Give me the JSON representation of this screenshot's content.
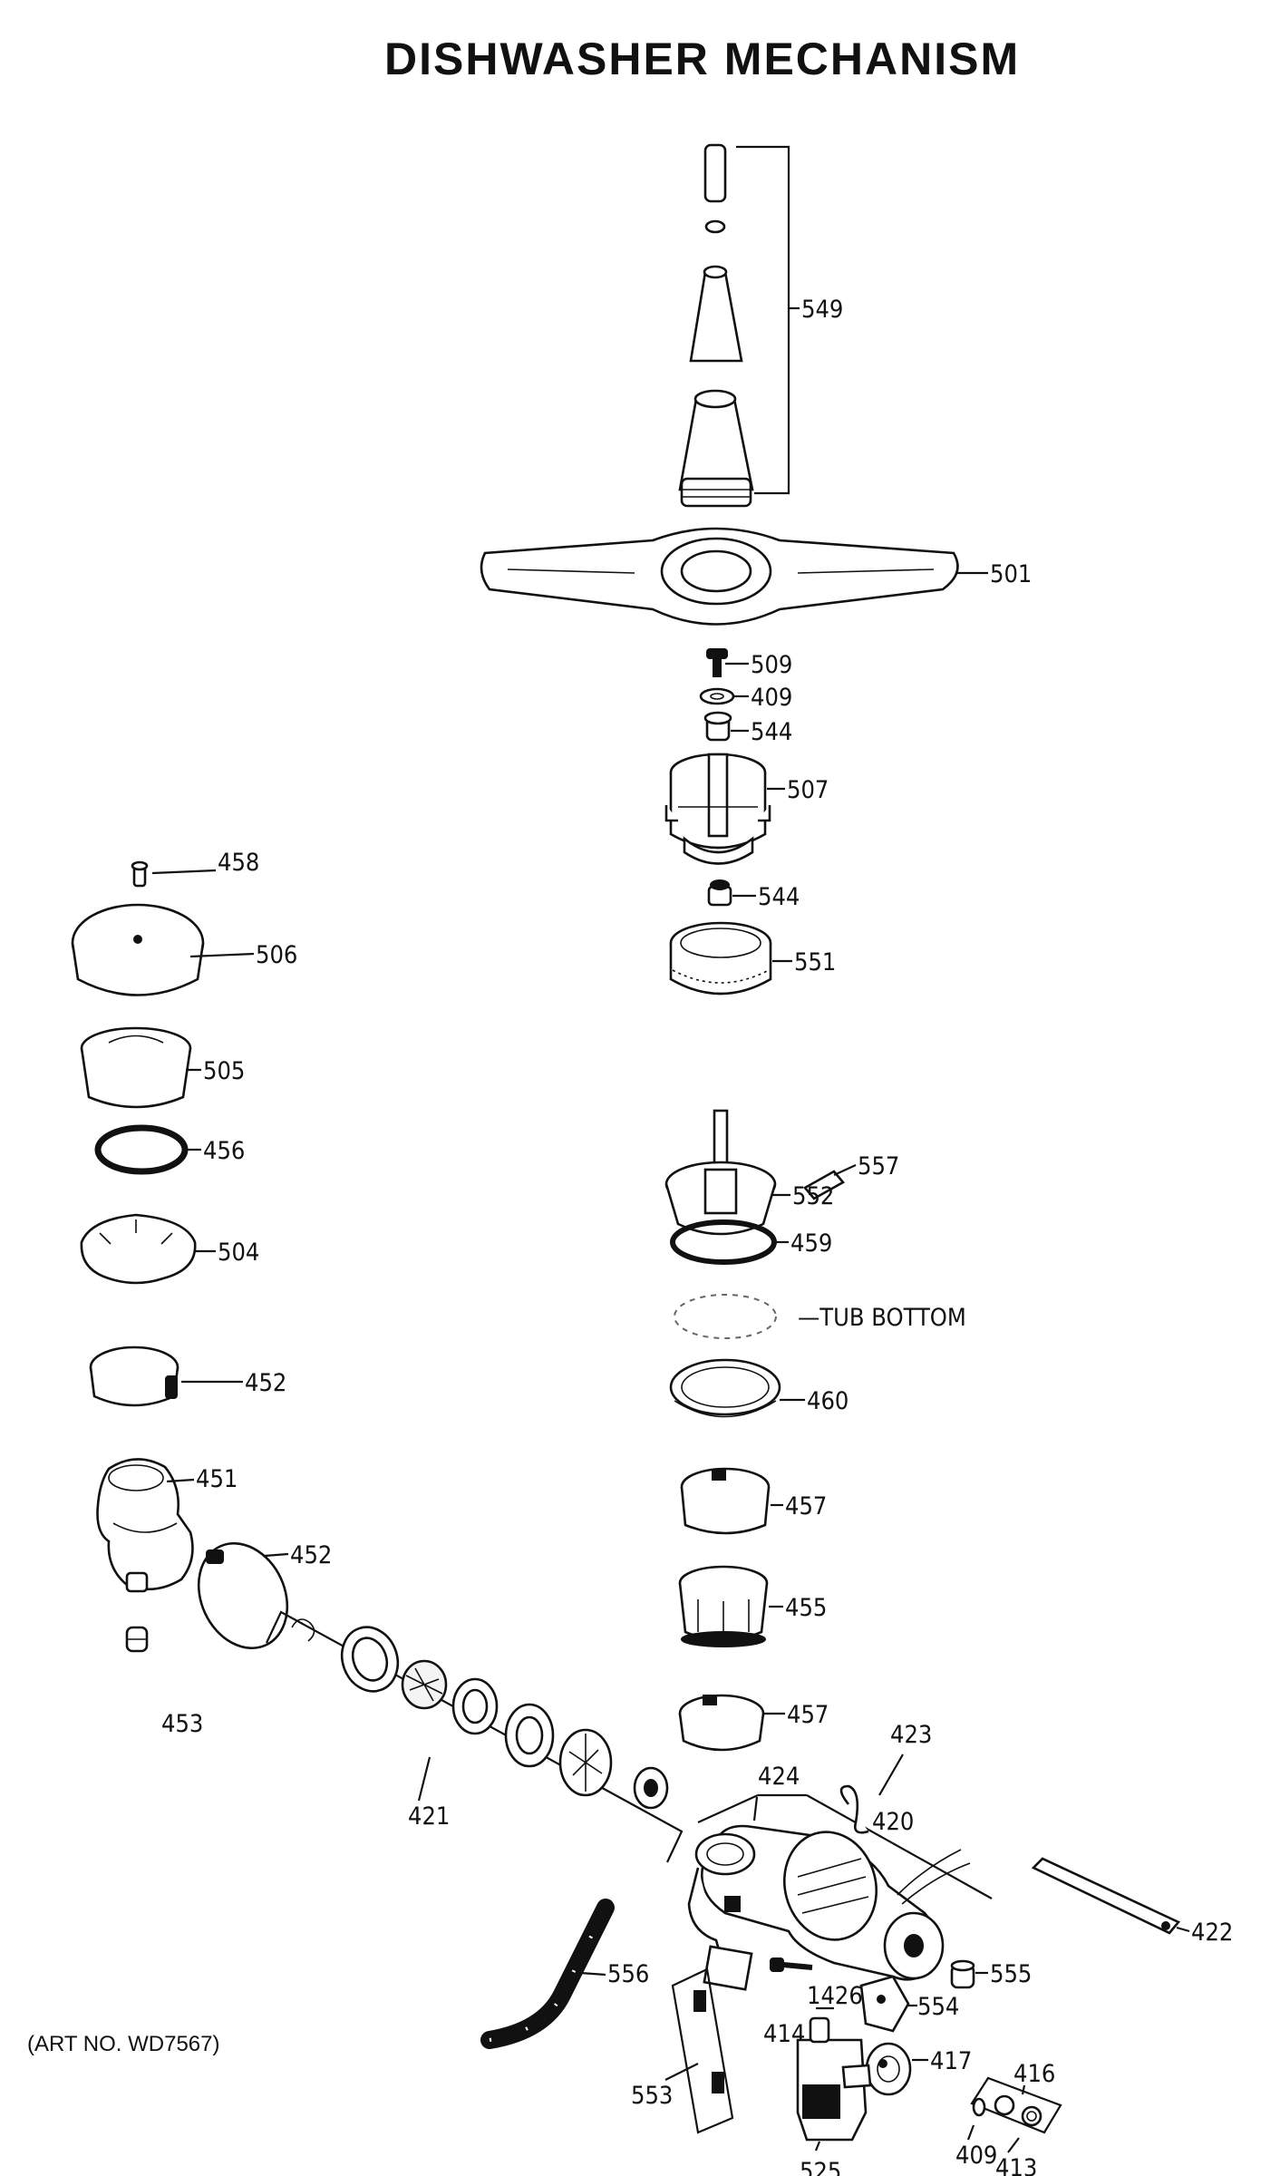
{
  "title": "DISHWASHER MECHANISM",
  "art_number": "(ART NO. WD7567)",
  "labels": {
    "p549": "549",
    "p501": "501",
    "p509": "509",
    "p409a": "409",
    "p544a": "544",
    "p507": "507",
    "p544b": "544",
    "p551": "551",
    "p458": "458",
    "p506": "506",
    "p505": "505",
    "p456": "456",
    "p504": "504",
    "p452a": "452",
    "p451": "451",
    "p452b": "452",
    "p453": "453",
    "p421": "421",
    "p557": "557",
    "p552": "552",
    "p459": "459",
    "tub": "—TUB BOTTOM",
    "p460": "460",
    "p457a": "457",
    "p455": "455",
    "p457b": "457",
    "p423": "423",
    "p424": "424",
    "p420": "420",
    "p422": "422",
    "p556": "556",
    "p555": "555",
    "p414": "414",
    "p1426": "1426",
    "p554": "554",
    "p417": "417",
    "p553": "553",
    "p416": "416",
    "p409b": "409",
    "p413": "413",
    "p525": "525"
  }
}
